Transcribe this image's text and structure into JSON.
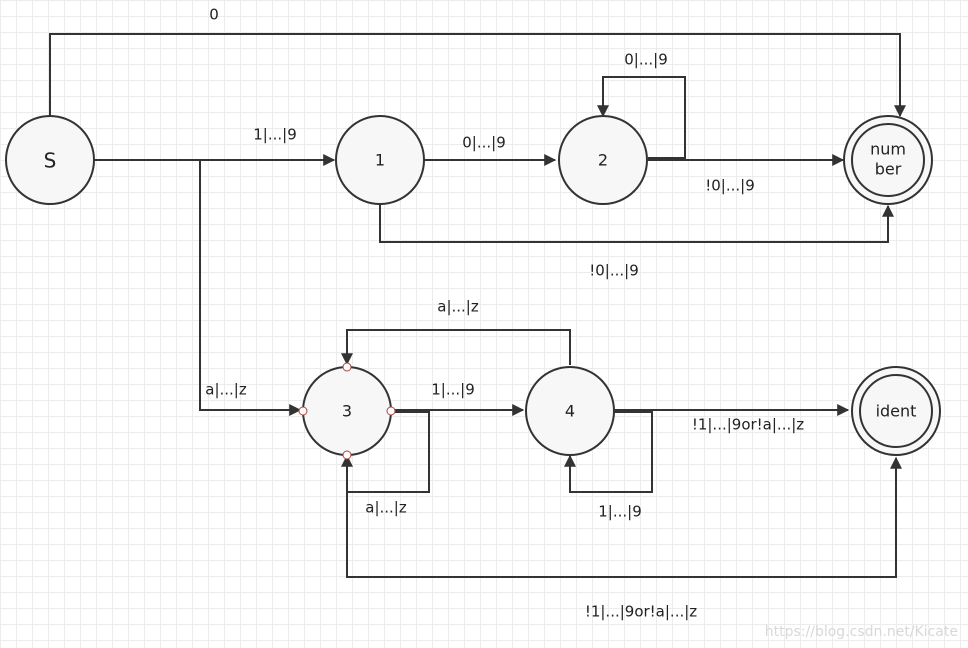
{
  "states": {
    "s": "S",
    "q1": "1",
    "q2": "2",
    "number": [
      "num",
      "ber"
    ],
    "q3": "3",
    "q4": "4",
    "ident": "ident"
  },
  "transitions": {
    "s_to_number": "0",
    "s_to_1": "1|...|9",
    "q1_to_2": "0|...|9",
    "q2_loop": "0|...|9",
    "q2_to_number": "!0|...|9",
    "q1_to_number": "!0|...|9",
    "s_to_3": "a|...|z",
    "q4_to_3": "a|...|z",
    "q3_to_4": "1|...|9",
    "q3_loop": "a|...|z",
    "q4_loop": "1|...|9",
    "q4_to_ident": "!1|...|9or!a|...|z",
    "q3_to_ident": "!1|...|9or!a|...|z"
  },
  "watermark": "https://blog.csdn.net/Kicate"
}
